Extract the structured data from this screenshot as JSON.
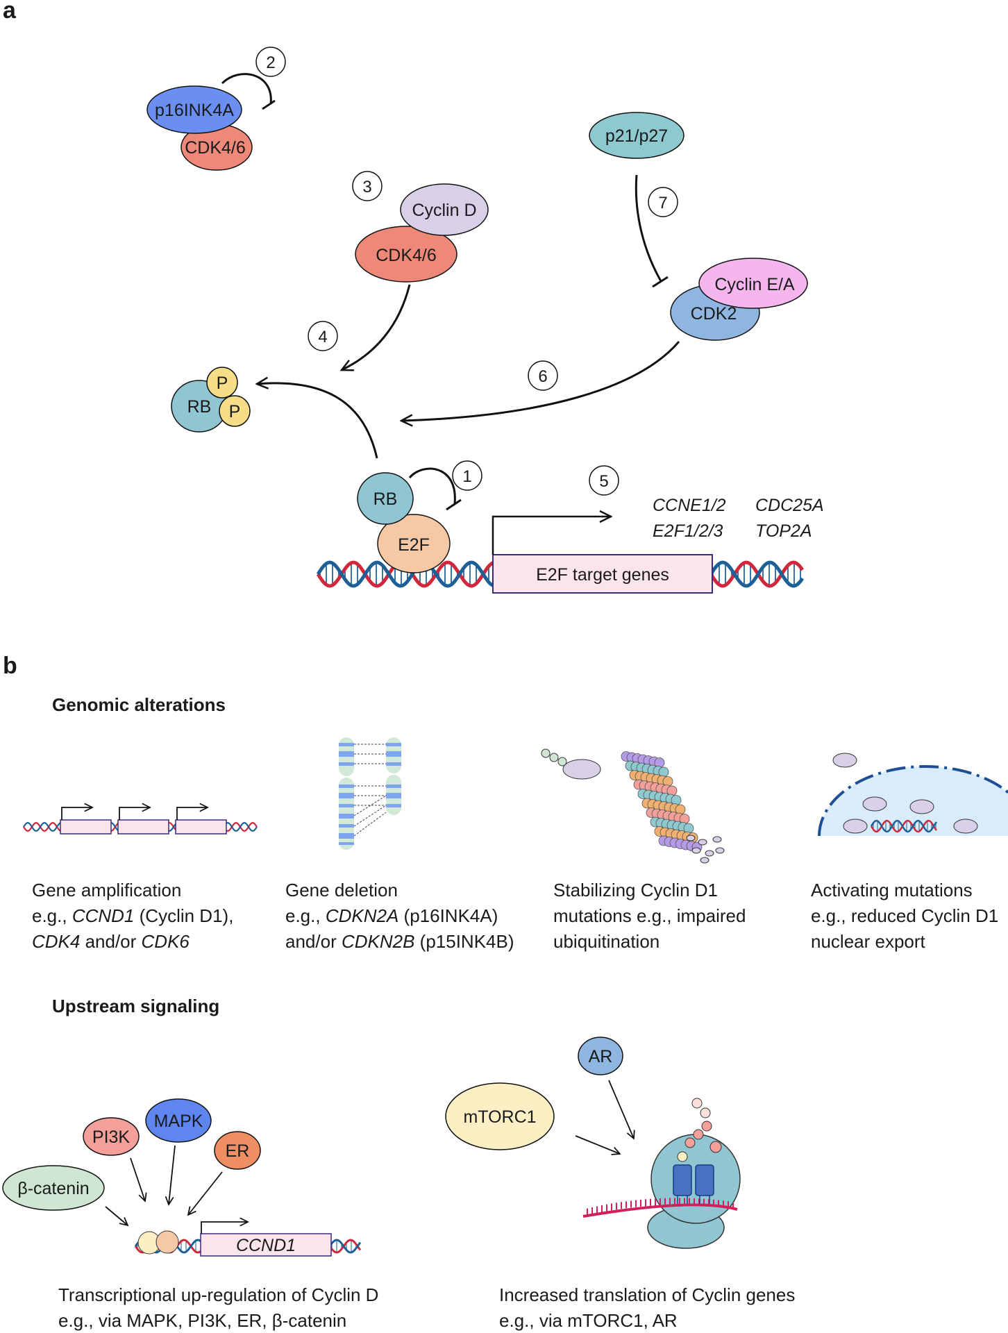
{
  "panel_a": {
    "label": "a",
    "proteins": {
      "p16": "p16INK4A",
      "cdk46_top": "CDK4/6",
      "cyclin_d": "Cyclin D",
      "cdk46_mid": "CDK4/6",
      "p21p27": "p21/p27",
      "cyclin_ea": "Cyclin E/A",
      "cdk2": "CDK2",
      "rb_phospho": "RB",
      "phospho_1": "P",
      "phospho_2": "P",
      "rb_bound": "RB",
      "e2f": "E2F"
    },
    "steps": [
      "1",
      "2",
      "3",
      "4",
      "5",
      "6",
      "7"
    ],
    "target_box": "E2F target genes",
    "target_genes": [
      "CCNE1/2",
      "CDC25A",
      "E2F1/2/3",
      "TOP2A"
    ]
  },
  "panel_b": {
    "label": "b",
    "genomic": {
      "heading": "Genomic alterations",
      "captions": [
        {
          "line1": "Gene amplification",
          "l2_pre": "e.g., ",
          "l2_it": "CCND1",
          "l2_post": " (Cyclin D1),",
          "l3_it1": "CDK4",
          "l3_mid": " and/or ",
          "l3_it2": "CDK6"
        },
        {
          "line1": "Gene deletion",
          "l2_pre": "e.g., ",
          "l2_it": "CDKN2A",
          "l2_post": " (p16INK4A)",
          "l3_pre": "and/or ",
          "l3_it": "CDKN2B",
          "l3_post": " (p15INK4B)"
        },
        {
          "line1": "Stabilizing Cyclin D1",
          "line2": "mutations e.g., impaired",
          "line3": "ubiquitination"
        },
        {
          "line1": "Activating mutations",
          "line2": "e.g., reduced Cyclin D1",
          "line3": "nuclear export"
        }
      ]
    },
    "upstream": {
      "heading": "Upstream signaling",
      "nodes": {
        "pi3k": "PI3K",
        "mapk": "MAPK",
        "er": "ER",
        "beta_catenin": "β-catenin",
        "mtorc1": "mTORC1",
        "ar": "AR"
      },
      "gene_box": "CCND1",
      "caption_left": {
        "line1": "Transcriptional up-regulation of Cyclin D",
        "line2": "e.g., via MAPK, PI3K, ER, β-catenin"
      },
      "caption_right": {
        "line1": "Increased translation of Cyclin genes",
        "line2": "e.g., via mTORC1, AR"
      }
    }
  },
  "colors": {
    "p16": "#6a8ff0",
    "cdk46": "#ee8878",
    "cyclin_d": "#d8cfe8",
    "p21": "#8fc9d0",
    "cyclin_ea": "#f5b6ee",
    "cdk2": "#8fb6e0",
    "rb": "#8fc6d2",
    "phospho": "#f8dd88",
    "e2f": "#f5c9a6",
    "box_fill": "#fce4ec",
    "box_stroke": "#3a2b7a",
    "dna_red": "#d0283a",
    "dna_blue": "#1e5f96",
    "pi3k": "#f4a09a",
    "mapk": "#5f86ee",
    "er": "#ef8e62",
    "beta_catenin": "#cfe6d2",
    "mtorc1": "#fcefc4",
    "ar": "#8fb6e0",
    "nucleus": "#d8ecfa"
  }
}
